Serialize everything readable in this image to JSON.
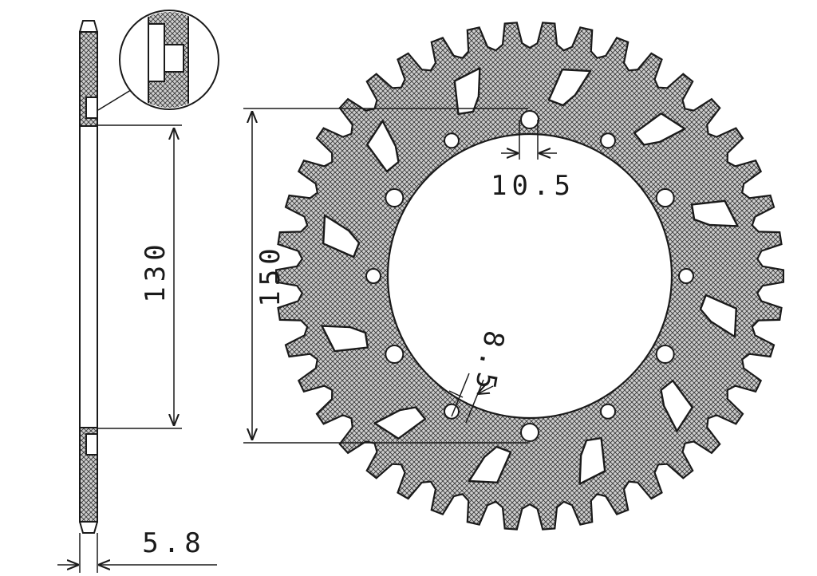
{
  "diagram": {
    "tooth_count": 42,
    "dimensions": {
      "bolt_circle": "130",
      "center_bore": "150",
      "bolt_hole": "10.5",
      "secondary_hole": "8.5",
      "thickness": "5.8"
    },
    "colors": {
      "ink": "#1a1a1a",
      "hatch_bg": "#d9d9d9",
      "paper": "#ffffff"
    }
  }
}
